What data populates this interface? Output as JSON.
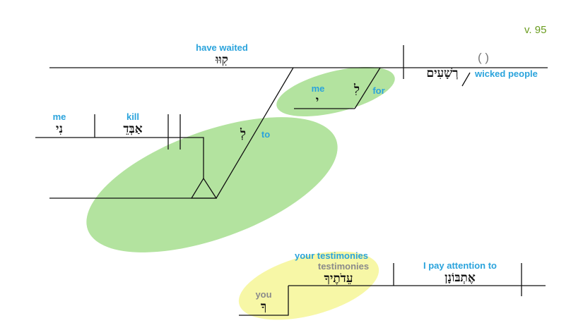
{
  "verse": "v. 95",
  "colors": {
    "gloss": "#2aa3dc",
    "green_highlight": "#b3e39f",
    "yellow_highlight": "#f7f7a6",
    "verse": "#6a9c1f",
    "gray": "#8a8a8a"
  },
  "words": {
    "have_waited": {
      "gloss": "have waited",
      "hebrew": "קִוּוּ"
    },
    "placeholder": {
      "text": "( )"
    },
    "wicked": {
      "gloss": "wicked people",
      "hebrew": "רְשָׁעִים"
    },
    "for_me": {
      "prep_gloss": "for",
      "prep_hebrew": "לִ",
      "obj_gloss": "me",
      "obj_hebrew": "י"
    },
    "me_obj": {
      "gloss": "me",
      "hebrew": "נִי"
    },
    "kill": {
      "gloss": "kill",
      "hebrew": "אַבְּדֵ"
    },
    "to": {
      "gloss": "to",
      "hebrew": "לְ"
    },
    "testimonies": {
      "gloss": "your testimonies",
      "gloss2": "testimonies",
      "hebrew": "עֵדֹתֶיךָ"
    },
    "you": {
      "gloss": "you",
      "hebrew": "ךָ"
    },
    "pay_attention": {
      "gloss": "I pay attention to",
      "hebrew": "אֶתְבּוֹנָן"
    }
  }
}
